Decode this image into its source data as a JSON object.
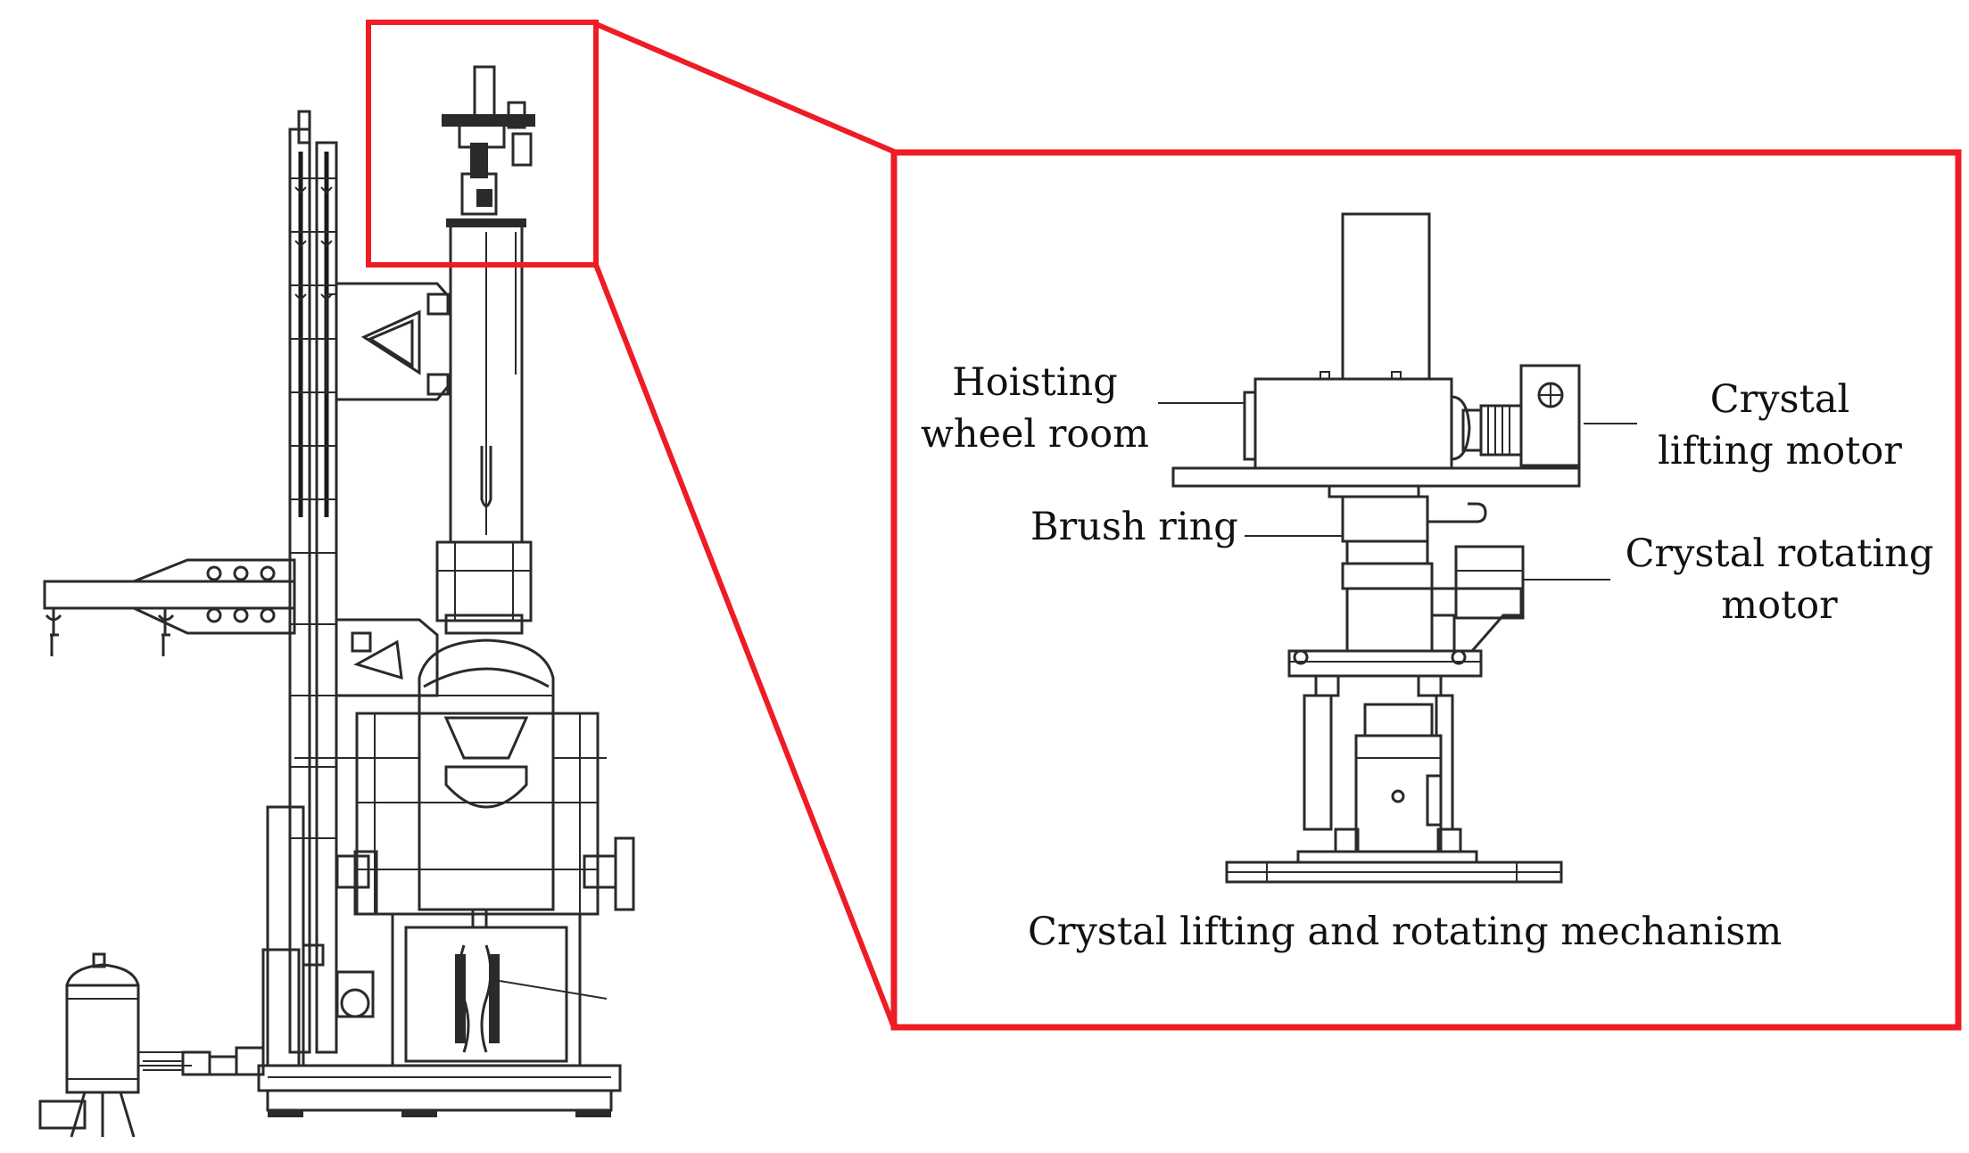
{
  "colors": {
    "highlight": "#ee1c24",
    "line": "#2a2a2a",
    "background": "#ffffff"
  },
  "labels": {
    "hoisting_wheel_room": [
      "Hoisting",
      "wheel room"
    ],
    "brush_ring": "Brush ring",
    "crystal_lifting_motor": [
      "Crystal",
      "lifting motor"
    ],
    "crystal_rotating_motor": [
      "Crystal rotating",
      "motor"
    ],
    "caption": "Crystal lifting and rotating mechanism"
  }
}
